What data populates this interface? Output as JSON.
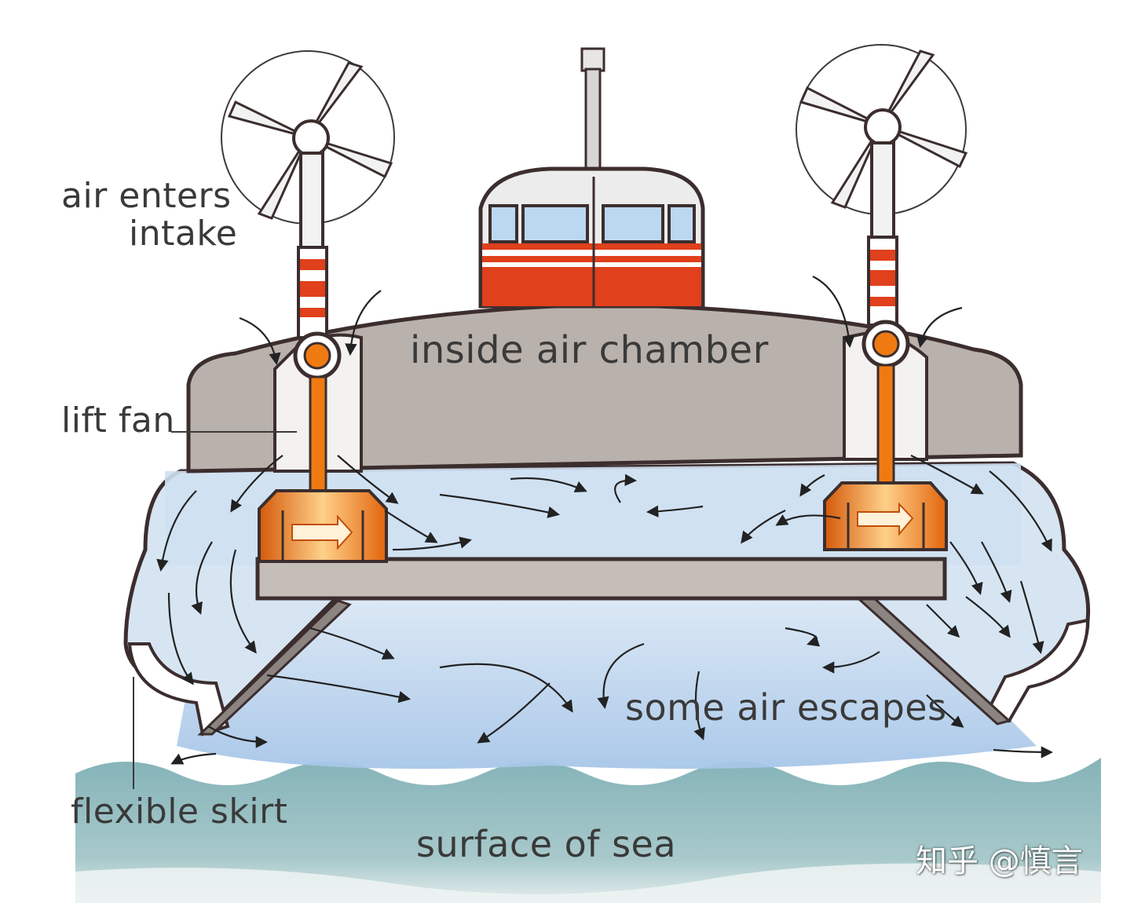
{
  "labels": {
    "intake_line1": "air enters",
    "intake_line2": "intake",
    "chamber": "inside air chamber",
    "lift_fan": "lift fan",
    "escapes": "some air escapes",
    "skirt": "flexible skirt",
    "sea": "surface of sea"
  },
  "watermark": "知乎 @慎言",
  "colors": {
    "hull_grey": "#b6aea8",
    "hull_outline": "#4a4040",
    "air_blue": "#cfe0f2",
    "air_blue_deep": "#a9c8ea",
    "sea": "#8fb9bd",
    "sea_light": "#c7dcdc",
    "stripe_red": "#e0401c",
    "fan_orange": "#f07a12",
    "window_blue": "#bcd8f0",
    "arrow": "#222222"
  }
}
